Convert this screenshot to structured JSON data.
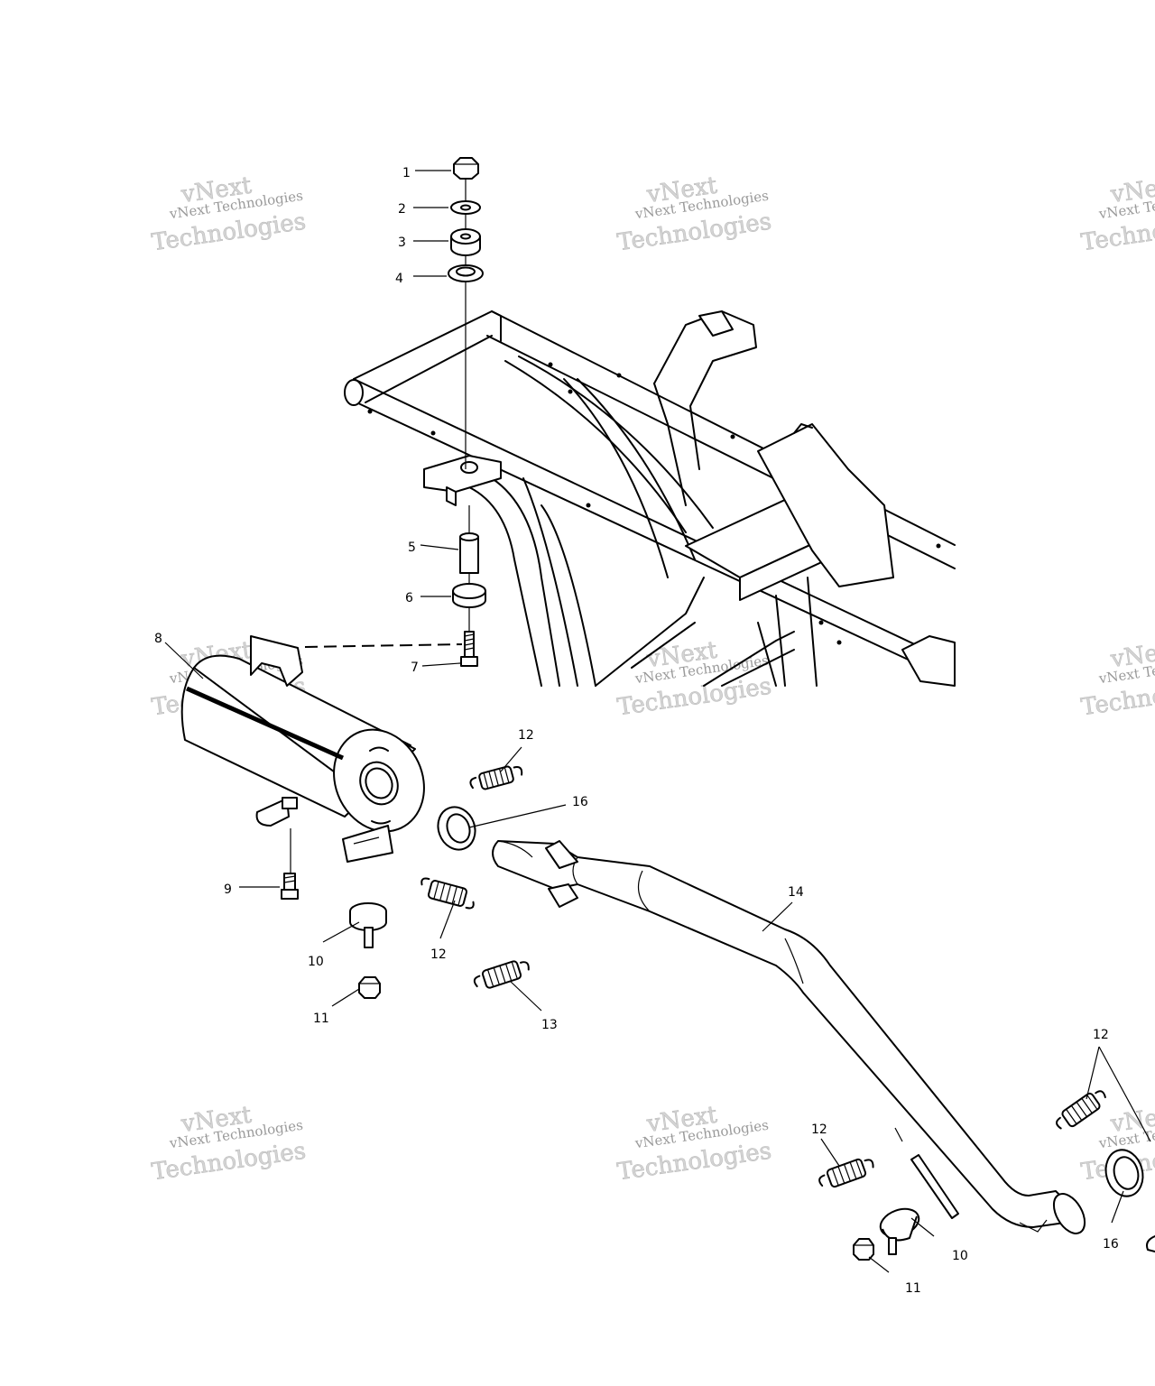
{
  "watermarks": [
    {
      "small": "vNext Technologies",
      "big_top": "vNext",
      "big_bottom": "Technologies"
    },
    {
      "small": "vNext Technologies",
      "big_top": "vNext",
      "big_bottom": "Technologies"
    },
    {
      "small": "vNext Te",
      "big_top": "vNext",
      "big_bottom": "Technologie"
    },
    {
      "small": "vNext Technologies",
      "big_top": "vNext",
      "big_bottom": "Technologies"
    },
    {
      "small": "vNext Technologies",
      "big_top": "vNext",
      "big_bottom": "Technologies"
    },
    {
      "small": "vNext Te",
      "big_top": "vNext",
      "big_bottom": "Technologie"
    },
    {
      "small": "vNext Technologies",
      "big_top": "vNext",
      "big_bottom": "Technologies"
    },
    {
      "small": "vNext Technologies",
      "big_top": "vNext",
      "big_bottom": "Technologies"
    },
    {
      "small": "vNext Te",
      "big_top": "vNext",
      "big_bottom": "Technologie"
    }
  ],
  "callouts": [
    {
      "id": "1",
      "text": "1"
    },
    {
      "id": "2",
      "text": "2"
    },
    {
      "id": "3",
      "text": "3"
    },
    {
      "id": "4",
      "text": "4"
    },
    {
      "id": "5",
      "text": "5"
    },
    {
      "id": "6",
      "text": "6"
    },
    {
      "id": "7",
      "text": "7"
    },
    {
      "id": "8",
      "text": "8"
    },
    {
      "id": "9",
      "text": "9"
    },
    {
      "id": "10a",
      "text": "10"
    },
    {
      "id": "11a",
      "text": "11"
    },
    {
      "id": "12a",
      "text": "12"
    },
    {
      "id": "12b",
      "text": "12"
    },
    {
      "id": "13",
      "text": "13"
    },
    {
      "id": "14",
      "text": "14"
    },
    {
      "id": "16a",
      "text": "16"
    },
    {
      "id": "12c",
      "text": "12"
    },
    {
      "id": "12d",
      "text": "12"
    },
    {
      "id": "10b",
      "text": "10"
    },
    {
      "id": "11b",
      "text": "11"
    },
    {
      "id": "16b",
      "text": "16"
    }
  ]
}
